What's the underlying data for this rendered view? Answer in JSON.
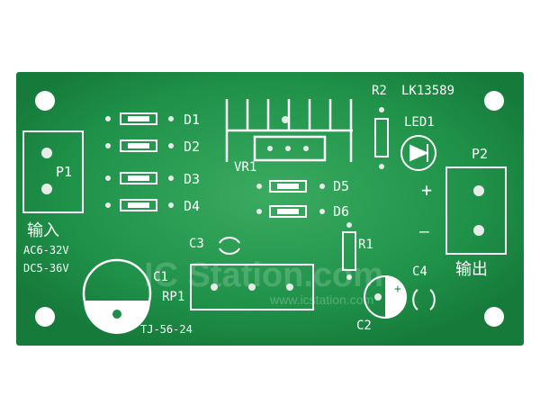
{
  "board": {
    "model": "LK13589",
    "part_number": "TJ-56-24",
    "input_label": "输入",
    "output_label": "输出",
    "input_ac": "AC6-32V",
    "input_dc": "DC5-36V",
    "plus_sign": "+",
    "minus_sign": "—",
    "cap_plus": "+",
    "watermark": "IC Station.com",
    "watermark_url": "www.icstation.com"
  },
  "labels": {
    "d1": "D1",
    "d2": "D2",
    "d3": "D3",
    "d4": "D4",
    "d5": "D5",
    "d6": "D6",
    "r1": "R1",
    "r2": "R2",
    "led1": "LED1",
    "vr1": "VR1",
    "p1": "P1",
    "p2": "P2",
    "c1": "C1",
    "c2": "C2",
    "c3": "C3",
    "c4": "C4",
    "rp1": "RP1"
  },
  "colors": {
    "pcb": "#1b8f45",
    "pcb_light": "#3fae63",
    "silk": "#ffffff",
    "pad": "#e8ece9"
  }
}
